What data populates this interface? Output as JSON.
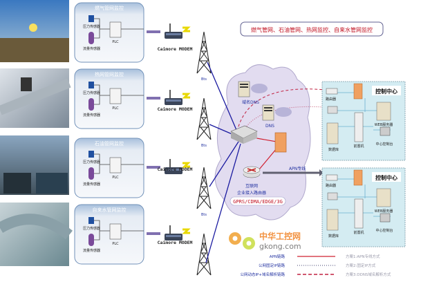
{
  "title": "燃气管网、石油管网、热网监控、自来水管网监控",
  "panels": [
    {
      "title": "燃气管网监控",
      "pressure": "压力传感器",
      "flow": "流量传感器",
      "plc": "PLC",
      "modem": "Caimore MODEM",
      "bts": "Bts"
    },
    {
      "title": "热网管网监控",
      "pressure": "压力传感器",
      "flow": "流量传感器",
      "plc": "PLC",
      "modem": "Caimore MODEM",
      "bts": "Bts"
    },
    {
      "title": "石油管网监控",
      "pressure": "压力传感器",
      "flow": "流量传感器",
      "plc": "PLC",
      "modem": "Caimore MODEM",
      "bts": "Bts"
    },
    {
      "title": "自来水管网监控",
      "pressure": "压力传感器",
      "flow": "流量传感器",
      "plc": "PLC",
      "modem": "Caimore MODEM",
      "bts": ""
    }
  ],
  "cloud": {
    "ddns": "域名DNS",
    "dns": "DNS",
    "internet": "互联网",
    "router": "企业接入路由器",
    "networks": "GPRS/CDMA/EDGE/3G",
    "apn_line": "APN专线"
  },
  "control_centers": [
    {
      "title": "控制中心",
      "router": "路由器",
      "frontend": "前置机",
      "web": "WEB服务器",
      "db": "数据库",
      "console": "中心控制台"
    },
    {
      "title": "控制中心",
      "router": "路由器",
      "frontend": "前置机",
      "web": "WEB服务器",
      "db": "数据库",
      "console": "中心控制台"
    }
  ],
  "legend": [
    {
      "label": "APN链路",
      "scheme": "方案1:APN专线方式",
      "color": "#d02030",
      "style": "solid"
    },
    {
      "label": "公网固定IP链路",
      "scheme": "方案2:固定IP方式",
      "color": "#8080a0",
      "style": "dotted"
    },
    {
      "label": "公网动态IP+域名解析链路",
      "scheme": "方案3:DDNS域名解析方式",
      "color": "#c02040",
      "style": "dashed"
    }
  ],
  "watermark": {
    "name": "中华工控网",
    "url": "gkong.com"
  },
  "colors": {
    "title_text": "#c01020",
    "panel_bg": "#dfe6f0",
    "cloud": "#e2dcf0",
    "control_bg": "#d4ecf2",
    "link_blue": "#1a1aa0"
  }
}
